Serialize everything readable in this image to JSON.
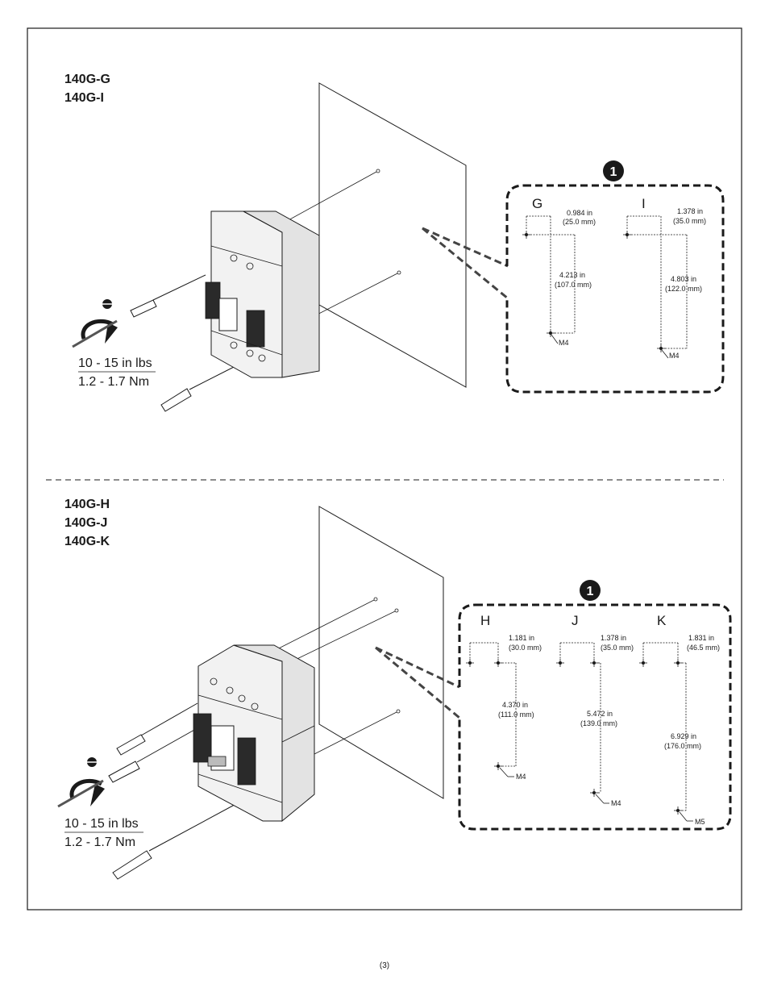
{
  "page_number": "(3)",
  "upper": {
    "models": [
      "140G-G",
      "140G-I"
    ],
    "torque": {
      "in_lbs": "10 - 15 in lbs",
      "nm": "1.2 - 1.7 Nm"
    },
    "callout": "1",
    "patterns": [
      {
        "letter": "G",
        "width_in": "0.984 in",
        "width_mm": "(25.0 mm)",
        "height_in": "4.213 in",
        "height_mm": "(107.0 mm)",
        "screw": "M4"
      },
      {
        "letter": "I",
        "width_in": "1.378 in",
        "width_mm": "(35.0 mm)",
        "height_in": "4.803 in",
        "height_mm": "(122.0 mm)",
        "screw": "M4"
      }
    ]
  },
  "lower": {
    "models": [
      "140G-H",
      "140G-J",
      "140G-K"
    ],
    "torque": {
      "in_lbs": "10 - 15 in lbs",
      "nm": "1.2 - 1.7 Nm"
    },
    "callout": "1",
    "patterns": [
      {
        "letter": "H",
        "width_in": "1.181 in",
        "width_mm": "(30.0 mm)",
        "height_in": "4.370 in",
        "height_mm": "(111.0 mm)",
        "screw": "M4"
      },
      {
        "letter": "J",
        "width_in": "1.378 in",
        "width_mm": "(35.0 mm)",
        "height_in": "5.472 in",
        "height_mm": "(139.0 mm)",
        "screw": "M4"
      },
      {
        "letter": "K",
        "width_in": "1.831 in",
        "width_mm": "(46.5 mm)",
        "height_in": "6.929 in",
        "height_mm": "(176.0 mm)",
        "screw": "M5"
      }
    ]
  },
  "icons": [
    "screwdriver-icon",
    "torque-arrow-icon",
    "flat-blade-icon",
    "crosshair-hole-icon",
    "numbered-callout-icon"
  ]
}
